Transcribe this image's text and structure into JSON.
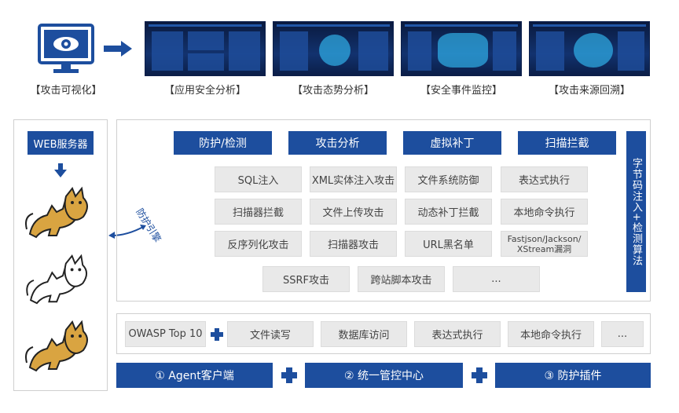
{
  "top": {
    "captions": [
      "【攻击可视化】",
      "【应用安全分析】",
      "【攻击态势分析】",
      "【安全事件监控】",
      "【攻击来源回溯】"
    ]
  },
  "left": {
    "server_label": "WEB服务器",
    "engine_label": "防护引擎"
  },
  "capabilities": {
    "headers": [
      "防护/检测",
      "攻击分析",
      "虚拟补丁",
      "扫描拦截"
    ],
    "row1": [
      "SQL注入",
      "XML实体注入攻击",
      "文件系统防御",
      "表达式执行"
    ],
    "row2": [
      "扫描器拦截",
      "文件上传攻击",
      "动态补丁拦截",
      "本地命令执行"
    ],
    "row3": [
      "反序列化攻击",
      "扫描器攻击",
      "URL黑名单",
      "Fastjson/Jackson/\nXStream漏洞"
    ],
    "row4": [
      "SSRF攻击",
      "跨站脚本攻击",
      "..."
    ],
    "side_label": "字节码注入+检测算法"
  },
  "owasp": {
    "label": "OWASP Top 10",
    "items": [
      "文件读写",
      "数据库访问",
      "表达式执行",
      "本地命令执行",
      "..."
    ]
  },
  "components": [
    "① Agent客户端",
    "② 统一管控中心",
    "③ 防护插件"
  ],
  "colors": {
    "primary": "#1d4e9e",
    "gray_box": "#e9e9e9",
    "tomcat": "#d9a441"
  }
}
